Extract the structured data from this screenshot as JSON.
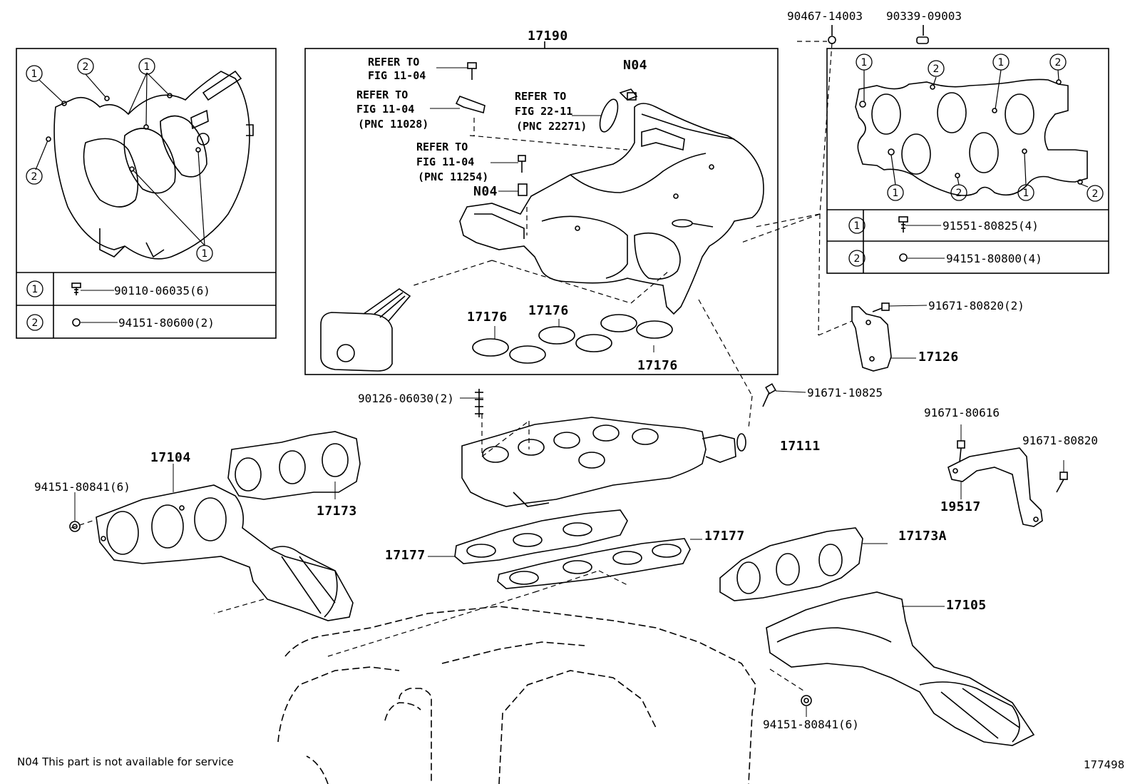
{
  "labels": {
    "p17190": "17190",
    "p90467": "90467-14003",
    "p90339": "90339-09003",
    "refer_a_1": "REFER TO",
    "refer_a_2": "FIG 11-04",
    "refer_b_1": "REFER TO",
    "refer_b_2": "FIG 11-04",
    "refer_b_3": "(PNC 11028)",
    "refer_c_1": "REFER TO",
    "refer_c_2": "FIG 22-11",
    "refer_c_3": "(PNC 22271)",
    "refer_d_1": "REFER TO",
    "refer_d_2": "FIG 11-04",
    "refer_d_3": "(PNC 11254)",
    "n04_a": "N04",
    "n04_b": "N04",
    "p17176_a": "17176",
    "p17176_b": "17176",
    "p17176_c": "17176",
    "p17126": "17126",
    "p91671_80820_2": "91671-80820(2)",
    "p90126": "90126-06030(2)",
    "p91671_10825": "91671-10825",
    "p17111": "17111",
    "p91671_80616": "91671-80616",
    "p91671_80820": "91671-80820",
    "p19517": "19517",
    "p17104": "17104",
    "p94151_80841_a": "94151-80841(6)",
    "p17173": "17173",
    "p17177_a": "17177",
    "p17177_b": "17177",
    "p17173A": "17173A",
    "p17105": "17105",
    "p94151_80841_b": "94151-80841(6)"
  },
  "left_table": {
    "row1_num": "1",
    "row1_part": "90110-06035(6)",
    "row2_num": "2",
    "row2_part": "94151-80600(2)"
  },
  "right_table": {
    "row1_num": "1",
    "row1_part": "91551-80825(4)",
    "row2_num": "2",
    "row2_part": "94151-80800(4)"
  },
  "callouts": {
    "one": "1",
    "two": "2"
  },
  "footer": {
    "note": "N04 This part is not available for service",
    "figure_id": "177498"
  }
}
